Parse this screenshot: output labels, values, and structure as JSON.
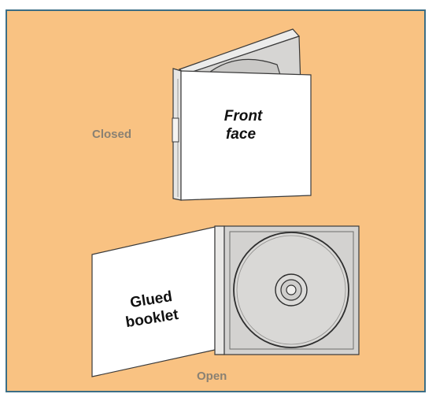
{
  "labels": {
    "closed": "Closed",
    "open": "Open"
  },
  "closed_case": {
    "front_text_line1": "Front",
    "front_text_line2": "face"
  },
  "open_case": {
    "booklet_text_line1": "Glued",
    "booklet_text_line2": "booklet"
  },
  "colors": {
    "background": "#f9c282",
    "border": "#3c6e86",
    "case_face": "#ffffff",
    "tray": "#d3d2d0",
    "outline": "#3a3a3a",
    "caption": "#8a8173"
  }
}
